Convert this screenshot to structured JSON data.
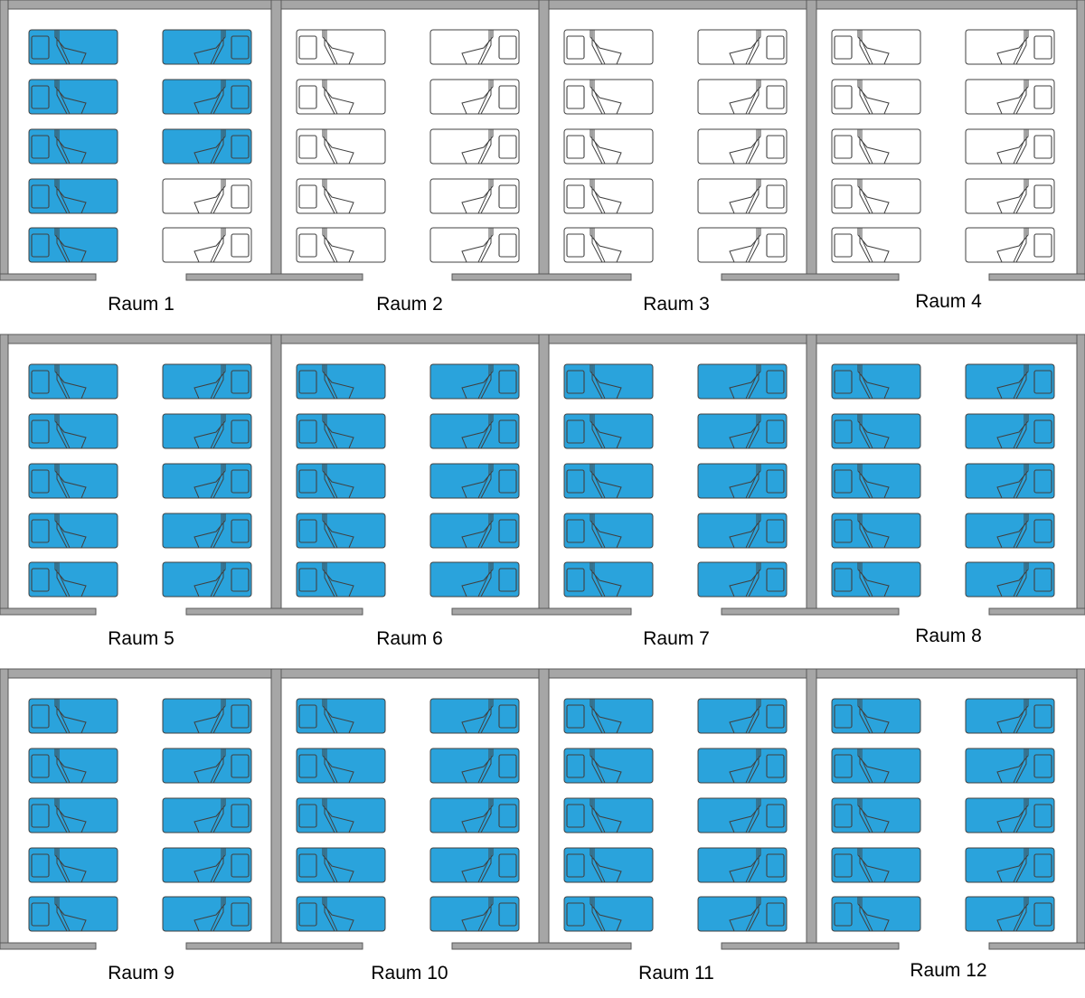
{
  "colors": {
    "wall_fill": "#a6a6a6",
    "wall_stroke": "#595959",
    "occupied_fill": "#2aa3dc",
    "free_fill": "#ffffff",
    "bed_stroke": "#404040",
    "label_color": "#000000"
  },
  "rooms": [
    {
      "label": "Raum 1",
      "beds": [
        1,
        1,
        1,
        1,
        1,
        1,
        1,
        1,
        0,
        0
      ]
    },
    {
      "label": "Raum 2",
      "beds": [
        0,
        0,
        0,
        0,
        0,
        0,
        0,
        0,
        0,
        0
      ]
    },
    {
      "label": "Raum 3",
      "beds": [
        0,
        0,
        0,
        0,
        0,
        0,
        0,
        0,
        0,
        0
      ]
    },
    {
      "label": "Raum 4",
      "beds": [
        0,
        0,
        0,
        0,
        0,
        0,
        0,
        0,
        0,
        0
      ]
    },
    {
      "label": "Raum 5",
      "beds": [
        1,
        1,
        1,
        1,
        1,
        1,
        1,
        1,
        1,
        1
      ]
    },
    {
      "label": "Raum 6",
      "beds": [
        1,
        1,
        1,
        1,
        1,
        1,
        1,
        1,
        1,
        1
      ]
    },
    {
      "label": "Raum 7",
      "beds": [
        1,
        1,
        1,
        1,
        1,
        1,
        1,
        1,
        1,
        1
      ]
    },
    {
      "label": "Raum 8",
      "beds": [
        1,
        1,
        1,
        1,
        1,
        1,
        1,
        1,
        1,
        1
      ]
    },
    {
      "label": "Raum 9",
      "beds": [
        1,
        1,
        1,
        1,
        1,
        1,
        1,
        1,
        1,
        1
      ]
    },
    {
      "label": "Raum 10",
      "beds": [
        1,
        1,
        1,
        1,
        1,
        1,
        1,
        1,
        1,
        1
      ]
    },
    {
      "label": "Raum 11",
      "beds": [
        1,
        1,
        1,
        1,
        1,
        1,
        1,
        1,
        1,
        1
      ]
    },
    {
      "label": "Raum 12",
      "beds": [
        1,
        1,
        1,
        1,
        1,
        1,
        1,
        1,
        1,
        1
      ]
    }
  ]
}
